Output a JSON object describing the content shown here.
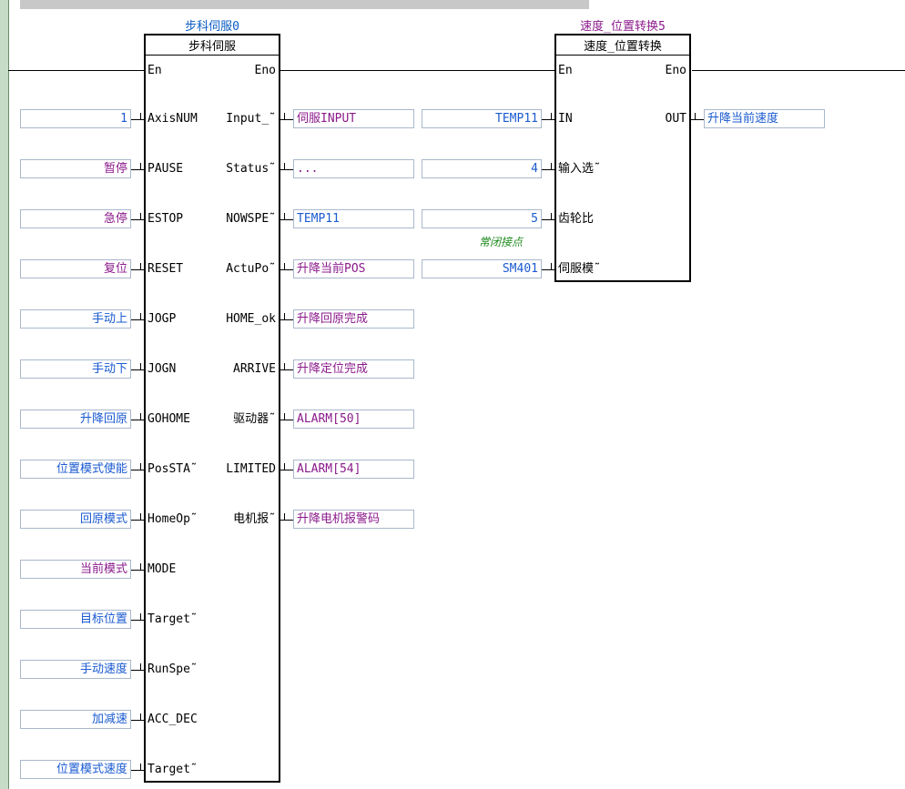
{
  "servo_block": {
    "instance_name": "步科伺服0",
    "title": "步科伺服",
    "en_label": "En",
    "eno_label": "Eno",
    "inputs": [
      {
        "pin": "AxisNUM",
        "value": "1",
        "color": "#1a5ad0"
      },
      {
        "pin": "PAUSE",
        "value": "暂停",
        "color": "#8b1a8b"
      },
      {
        "pin": "ESTOP",
        "value": "急停",
        "color": "#8b1a8b"
      },
      {
        "pin": "RESET",
        "value": "复位",
        "color": "#8b1a8b"
      },
      {
        "pin": "JOGP",
        "value": "手动上",
        "color": "#1a5ad0"
      },
      {
        "pin": "JOGN",
        "value": "手动下",
        "color": "#1a5ad0"
      },
      {
        "pin": "GOHOME",
        "value": "升降回原",
        "color": "#1a5ad0"
      },
      {
        "pin": "PosSTA˜",
        "value": "位置模式使能",
        "color": "#1a5ad0"
      },
      {
        "pin": "HomeOp˜",
        "value": "回原模式",
        "color": "#1a5ad0"
      },
      {
        "pin": "MODE",
        "value": "当前模式",
        "color": "#8b1a8b"
      },
      {
        "pin": "Target˜",
        "value": "目标位置",
        "color": "#1a5ad0"
      },
      {
        "pin": "RunSpe˜",
        "value": "手动速度",
        "color": "#1a5ad0"
      },
      {
        "pin": "ACC_DEC",
        "value": "加减速",
        "color": "#1a5ad0"
      },
      {
        "pin": "Target˜",
        "value": "位置模式速度",
        "color": "#1a5ad0"
      }
    ],
    "outputs": [
      {
        "pin": "Input_˜",
        "value": "伺服INPUT",
        "color": "#8b1a8b"
      },
      {
        "pin": "Status˜",
        "value": "...",
        "color": "#8b1a8b"
      },
      {
        "pin": "NOWSPE˜",
        "value": "TEMP11",
        "color": "#1a5ad0"
      },
      {
        "pin": "ActuPo˜",
        "value": "升降当前POS",
        "color": "#8b1a8b"
      },
      {
        "pin": "HOME_ok",
        "value": "升降回原完成",
        "color": "#8b1a8b"
      },
      {
        "pin": "ARRIVE",
        "value": "升降定位完成",
        "color": "#8b1a8b"
      },
      {
        "pin": "驱动器˜",
        "value": "ALARM[50]",
        "color": "#8b1a8b"
      },
      {
        "pin": "LIMITED",
        "value": "ALARM[54]",
        "color": "#8b1a8b"
      },
      {
        "pin": "电机报˜",
        "value": "升降电机报警码",
        "color": "#8b1a8b"
      }
    ]
  },
  "convert_block": {
    "instance_name": "速度_位置转换5",
    "title": "速度_位置转换",
    "en_label": "En",
    "eno_label": "Eno",
    "inputs": [
      {
        "pin": "IN",
        "value": "TEMP11",
        "color": "#1a5ad0"
      },
      {
        "pin": "输入选˜",
        "value": "4",
        "color": "#1a5ad0"
      },
      {
        "pin": "齿轮比",
        "value": "5",
        "color": "#1a5ad0"
      },
      {
        "pin": "伺服模˜",
        "value": "SM401",
        "color": "#1a5ad0"
      }
    ],
    "outputs": [
      {
        "pin": "OUT",
        "value": "升降当前速度",
        "color": "#1a5ad0"
      }
    ],
    "note": "常闭接点"
  }
}
